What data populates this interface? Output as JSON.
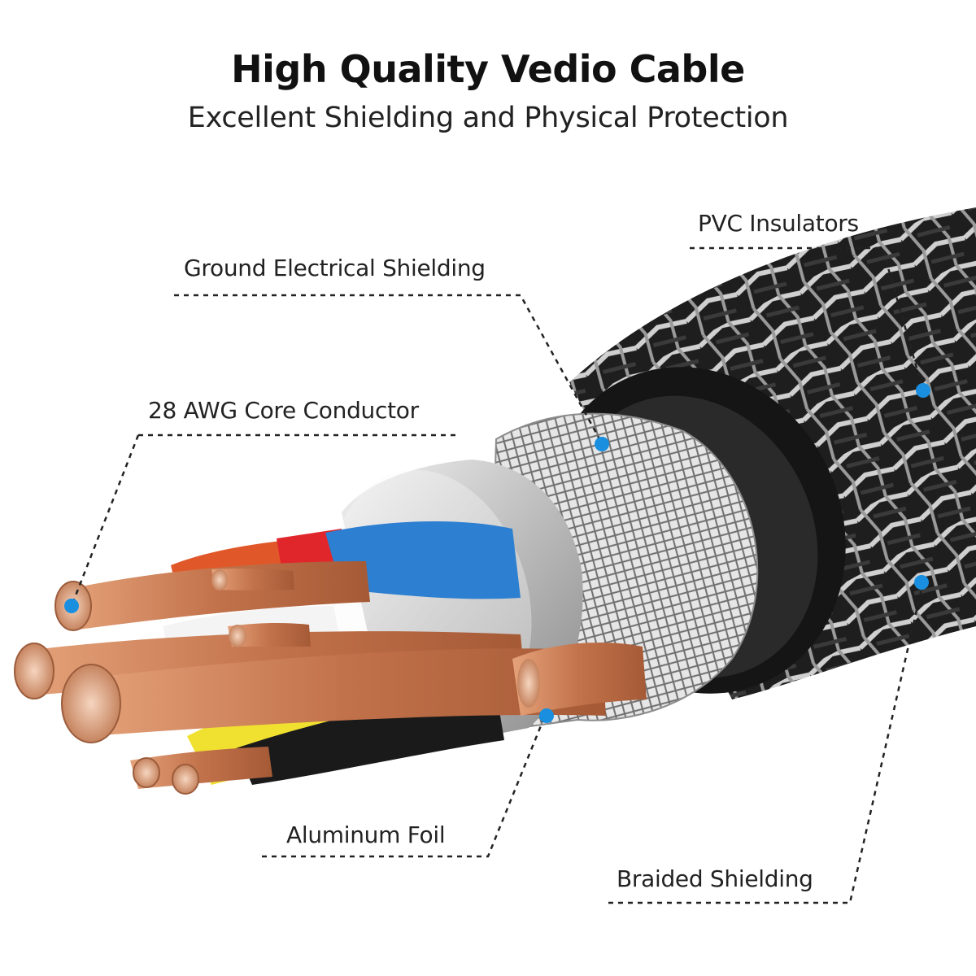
{
  "header": {
    "title": "High Quality Vedio Cable",
    "subtitle": "Excellent Shielding and Physical Protection"
  },
  "callouts": {
    "pvc_insulators": "PVC Insulators",
    "ground_shielding": "Ground Electrical Shielding",
    "core_conductor": "28 AWG Core Conductor",
    "aluminum_foil": "Aluminum Foil",
    "braided_shielding": "Braided Shielding"
  },
  "colors": {
    "callout_dot": "#1a8fe0",
    "copper": "#c77c52",
    "outer_jacket": "#1b1b1b",
    "red_wire": "#e0262a",
    "orange_wire": "#e0582a",
    "blue_wire": "#2d7fd1",
    "yellow_wire": "#f0e030",
    "black_wire": "#1a1a1a",
    "foil": "#b8b8b8"
  }
}
